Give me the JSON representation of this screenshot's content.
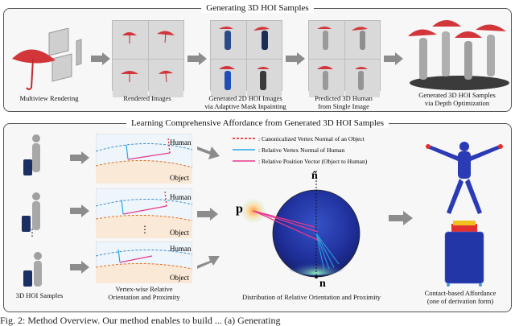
{
  "top": {
    "title": "Generating 3D HOI Samples",
    "captions": {
      "multiview": "Multiview Rendering",
      "rendered": "Rendered Images",
      "generated2d_1": "Generated 2D HOI Images",
      "generated2d_2": "via Adaptive Mask Inpainting",
      "predicted_1": "Predicted 3D Human",
      "predicted_2": "from Single Image",
      "generated3d_1": "Generated 3D HOI Samples",
      "generated3d_2": "via Depth Optimization"
    }
  },
  "bottom": {
    "title": "Learning Comprehensive Affordance from Generated 3D HOI Samples",
    "samples_caption": "3D HOI Samples",
    "ellipsis": "⋮",
    "diagram": {
      "human_label": "Human",
      "object_label": "Object",
      "caption_1": "Vertex-wise Relative",
      "caption_2": "Orientation and Proximity"
    },
    "legend": [
      {
        "text": ": Canonicalized Vertex Normal of an Object",
        "color": "#e01b1b",
        "style": "dashed"
      },
      {
        "text": ": Relative Vertex Normal of Human",
        "color": "#29a9e6",
        "style": "solid"
      },
      {
        "text": ": Relative Position Vector (Object to Human)",
        "color": "#e8388e",
        "style": "solid"
      }
    ],
    "sphere": {
      "n_hat": "n̂",
      "p_label": "p",
      "n_label": "n",
      "caption": "Distribution of Relative Orientation and Proximity"
    },
    "affordance": {
      "caption_1": "Contact-based Affordance",
      "caption_2": "(one of derivation form)"
    }
  },
  "footer": {
    "text": "Fig. 2: Method Overview. Our method enables to build ... (a) Generating"
  }
}
